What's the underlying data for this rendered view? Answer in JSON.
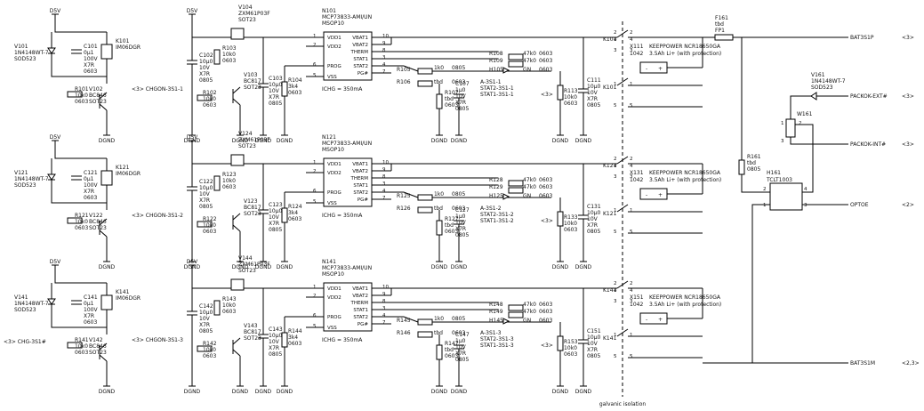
{
  "rails": {
    "supply": "D5V",
    "ground": "DGND"
  },
  "isolation_label": "galvanic isolation",
  "channels": [
    {
      "id": "ch1",
      "diode": [
        "V101",
        "1N4148WT-7",
        "SOD523"
      ],
      "relay_cap": [
        "C101",
        "0µ1",
        "100V",
        "X7R",
        "0603"
      ],
      "relay": [
        "K101",
        "IM06DGR"
      ],
      "r_base": [
        "R101",
        "10k0",
        "0603"
      ],
      "q_relay": [
        "V102",
        "BC846",
        "SOT23"
      ],
      "pfet": [
        "V104",
        "ZXM61P03F",
        "SOT23"
      ],
      "c_in": [
        "C102",
        "10µ0",
        "10V",
        "X7R",
        "0805"
      ],
      "r_gate": [
        "R103",
        "10k0",
        "0603"
      ],
      "q_gate": [
        "V103",
        "BC817",
        "SOT23"
      ],
      "r_drive": [
        "R102",
        "10k0",
        "0603"
      ],
      "c_vdd": [
        "C103",
        "10µ0",
        "10V",
        "X7R",
        "0805"
      ],
      "r_prog": [
        "R104",
        "3k4",
        "0603"
      ],
      "ic": [
        "N101",
        "MCP73833-AMI/UN",
        "MSOP10"
      ],
      "ichg": "ICHG = 350mA",
      "net_left": "<3>  CHGON-3S1-1",
      "r_therm": [
        "R105",
        "1k0",
        "0805"
      ],
      "r_stat": [
        "R106",
        "tbd",
        "0603"
      ],
      "r_108": [
        "R108",
        "47k0",
        "0603"
      ],
      "r_109": [
        "R109",
        "47k0",
        "0603"
      ],
      "led": [
        "H105",
        "GN",
        "0603"
      ],
      "nets": [
        "A-3S1-1",
        "STAT2-3S1-1",
        "STAT1-3S1-1"
      ],
      "net_port": "<3>",
      "r_107": [
        "R107",
        "tbd",
        "0603"
      ],
      "c_107": [
        "C107",
        "1µ0",
        "10V",
        "X7R",
        "0805"
      ],
      "ntc": [
        "R113",
        "10k0",
        "0603"
      ],
      "c_bat": [
        "C111",
        "10µ0",
        "10V",
        "X7R",
        "0805"
      ],
      "relay_sw": "K101",
      "battery": [
        "X111",
        "KEEPPOWER NCR18650GA",
        "1042",
        "3.5Ah Li+ (with protection)"
      ]
    },
    {
      "id": "ch2",
      "diode": [
        "V121",
        "1N4148WT-7",
        "SOD523"
      ],
      "relay_cap": [
        "C121",
        "0µ1",
        "100V",
        "X7R",
        "0603"
      ],
      "relay": [
        "K121",
        "IM06DGR"
      ],
      "r_base": [
        "R121",
        "10k0",
        "0603"
      ],
      "q_relay": [
        "V122",
        "BC846",
        "SOT23"
      ],
      "pfet": [
        "V124",
        "ZXM61P03F",
        "SOT23"
      ],
      "c_in": [
        "C122",
        "10µ0",
        "10V",
        "X7R",
        "0805"
      ],
      "r_gate": [
        "R123",
        "10k0",
        "0603"
      ],
      "q_gate": [
        "V123",
        "BC817",
        "SOT23"
      ],
      "r_drive": [
        "R122",
        "10k0",
        "0603"
      ],
      "c_vdd": [
        "C123",
        "10µ0",
        "10V",
        "X7R",
        "0805"
      ],
      "r_prog": [
        "R124",
        "3k4",
        "0603"
      ],
      "ic": [
        "N121",
        "MCP73833-AMI/UN",
        "MSOP10"
      ],
      "ichg": "ICHG = 350mA",
      "net_left": "<3>  CHGON-3S1-2",
      "r_therm": [
        "R125",
        "1k0",
        "0805"
      ],
      "r_stat": [
        "R126",
        "tbd",
        "0603"
      ],
      "r_108": [
        "R128",
        "47k0",
        "0603"
      ],
      "r_109": [
        "R129",
        "47k0",
        "0603"
      ],
      "led": [
        "H125",
        "GN",
        "0603"
      ],
      "nets": [
        "A-3S1-2",
        "STAT2-3S1-2",
        "STAT1-3S1-2"
      ],
      "net_port": "<3>",
      "r_107": [
        "R127",
        "tbd",
        "0603"
      ],
      "c_107": [
        "C127",
        "1µ0",
        "10V",
        "X7R",
        "0805"
      ],
      "ntc": [
        "R133",
        "10k0",
        "0603"
      ],
      "c_bat": [
        "C131",
        "10µ0",
        "10V",
        "X7R",
        "0805"
      ],
      "relay_sw": "K121",
      "battery": [
        "X131",
        "KEEPPOWER NCR18650GA",
        "1042",
        "3.5Ah Li+ (with protection)"
      ]
    },
    {
      "id": "ch3",
      "diode": [
        "V141",
        "1N4148WT-7",
        "SOD523"
      ],
      "relay_cap": [
        "C141",
        "0µ1",
        "100V",
        "X7R",
        "0603"
      ],
      "relay": [
        "K141",
        "IM06DGR"
      ],
      "r_base": [
        "R141",
        "10k0",
        "0603"
      ],
      "q_relay": [
        "V142",
        "BC846",
        "SOT23"
      ],
      "pfet": [
        "V144",
        "ZXM61P03F",
        "SOT23"
      ],
      "c_in": [
        "C142",
        "10µ0",
        "10V",
        "X7R",
        "0805"
      ],
      "r_gate": [
        "R143",
        "10k0",
        "0603"
      ],
      "q_gate": [
        "V143",
        "BC817",
        "SOT23"
      ],
      "r_drive": [
        "R142",
        "10k0",
        "0603"
      ],
      "c_vdd": [
        "C143",
        "10µ0",
        "10V",
        "X7R",
        "0805"
      ],
      "r_prog": [
        "R144",
        "3k4",
        "0603"
      ],
      "ic": [
        "N141",
        "MCP73833-AMI/UN",
        "MSOP10"
      ],
      "ichg": "ICHG = 350mA",
      "net_left": "<3>  CHGON-3S1-3",
      "r_therm": [
        "R145",
        "1k0",
        "0805"
      ],
      "r_stat": [
        "R146",
        "tbd",
        "0603"
      ],
      "r_108": [
        "R148",
        "47k0",
        "0603"
      ],
      "r_109": [
        "R149",
        "47k0",
        "0603"
      ],
      "led": [
        "H145",
        "GN",
        "0603"
      ],
      "nets": [
        "A-3S1-3",
        "STAT2-3S1-3",
        "STAT1-3S1-3"
      ],
      "net_port": "<3>",
      "r_107": [
        "R147",
        "tbd",
        "0603"
      ],
      "c_107": [
        "C147",
        "1µ0",
        "10V",
        "X7R",
        "0805"
      ],
      "ntc": [
        "R153",
        "10k0",
        "0603"
      ],
      "c_bat": [
        "C151",
        "10µ0",
        "10V",
        "X7R",
        "0805"
      ],
      "relay_sw": "K141",
      "battery": [
        "X151",
        "KEEPPOWER NCR18650GA",
        "1042",
        "3.5Ah Li+ (with protection)"
      ]
    }
  ],
  "relay_input_net": "<3>  CHG-3S1#",
  "ic_pins_left": [
    "VDD1",
    "VDD2",
    "PROG",
    "VSS"
  ],
  "ic_pins_right": [
    "VBAT1",
    "VBAT2",
    "THERM",
    "STAT1",
    "STAT2",
    "PG#"
  ],
  "ic_pin_nums_left": [
    "1",
    "2",
    "6",
    "5"
  ],
  "ic_pin_nums_right": [
    "10",
    "9",
    "8",
    "3",
    "4",
    "7"
  ],
  "relay_pin_nums": [
    "2",
    "4",
    "3",
    "1",
    "5"
  ],
  "battery_symbol": [
    "-",
    "+"
  ],
  "common": {
    "fuse": [
      "F161",
      "tbd",
      "FP1"
    ],
    "bat_p": "BAT3S1P",
    "bat_p_port": "<3>",
    "bat_m": "BAT3S1M",
    "bat_m_port": "<2,3>",
    "diode": [
      "V161",
      "1N4148WT-7",
      "SOD523"
    ],
    "packok_ext": "PACKOK-EXT#",
    "packok_ext_port": "<3>",
    "packok_int": "PACKOK-INT#",
    "packok_int_port": "<3>",
    "switch": "W161",
    "switch_pins": [
      "1",
      "2",
      "3"
    ],
    "r161": [
      "R161",
      "tbd",
      "0805"
    ],
    "opto": [
      "H161",
      "TCLT1003"
    ],
    "opto_pins": [
      "1",
      "2",
      "3",
      "4"
    ],
    "optoe": "OPTOE",
    "optoe_port": "<2>"
  }
}
